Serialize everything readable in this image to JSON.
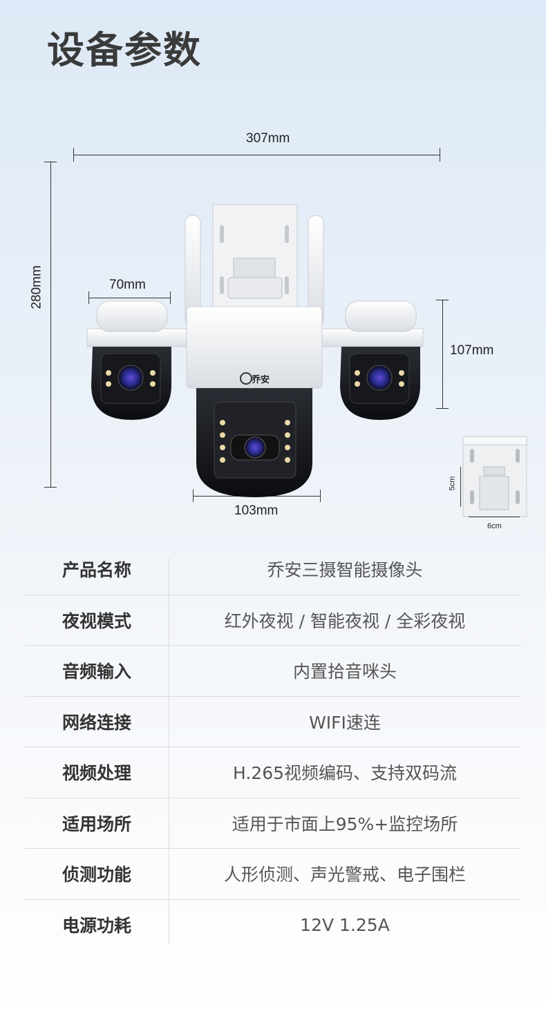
{
  "title": "设备参数",
  "dimensions": {
    "width_total": "307mm",
    "height_total": "280mm",
    "side_cam_width": "70mm",
    "side_cam_height": "107mm",
    "main_cam_width": "103mm",
    "bracket_height": "5cm",
    "bracket_width": "6cm"
  },
  "brand_logo": "乔安",
  "specs": [
    {
      "label": "产品名称",
      "value": "乔安三摄智能摄像头"
    },
    {
      "label": "夜视模式",
      "value": "红外夜视 / 智能夜视 / 全彩夜视"
    },
    {
      "label": "音频输入",
      "value": "内置拾音咪头"
    },
    {
      "label": "网络连接",
      "value": "WIFI速连"
    },
    {
      "label": "视频处理",
      "value": "H.265视频编码、支持双码流"
    },
    {
      "label": "适用场所",
      "value": "适用于市面上95%+监控场所"
    },
    {
      "label": "侦测功能",
      "value": "人形侦测、声光警戒、电子围栏"
    },
    {
      "label": "电源功耗",
      "value": "12V 1.25A"
    }
  ]
}
